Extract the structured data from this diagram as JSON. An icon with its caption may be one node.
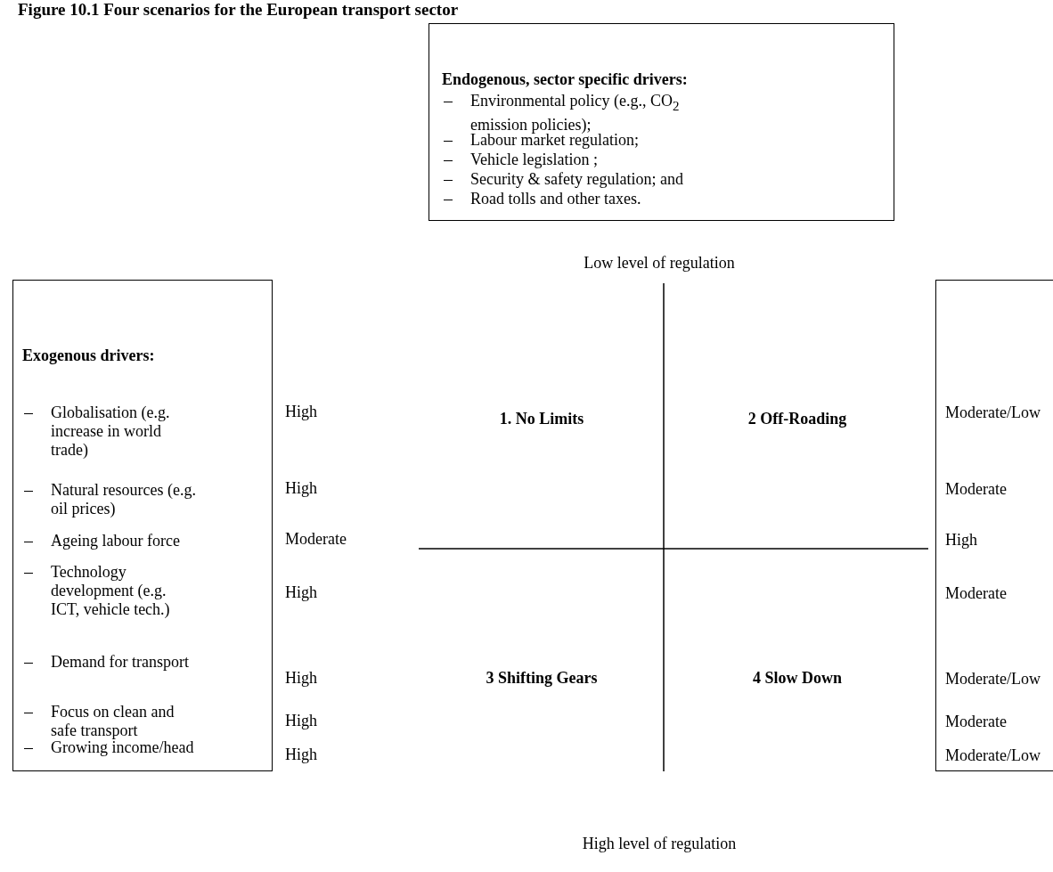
{
  "diagram": {
    "title": "Figure 10.1 Four scenarios for the European transport sector",
    "nodes": [
      {
        "text": [
          "Endogenous, sector specific drivers:",
          "Environmental policy (e.g., CO$_{2}$ emission policies);",
          "Labour market regulation;",
          "Vehicle legislation ;",
          "Security & safety regulation; and",
          "Road tolls and other taxes."
        ]
      },
      {
        "text": [
          "Exogenous drivers:",
          "Globalisation (e.g. increase in world trade)",
          "Natural resources (e.g. oil prices)",
          "Ageing labour force",
          "Technology development (e.g. ICT, vehicle tech.)",
          "Demand for transport",
          "Focus on clean and safe transport",
          "Growing income/head"
        ]
      },
      {
        "text": [
          "Moderate/Low",
          "Moderate",
          "High",
          "Moderate",
          "Moderate/Low",
          "Moderate",
          "Moderate/Low"
        ]
      }
    ],
    "labels": [
      "Low level of regulation",
      "High",
      "High",
      "Moderate",
      "High",
      "High",
      "High",
      "High",
      "1. No Limits",
      "2 Off-Roading",
      "3 Shifting Gears",
      "4 Slow Down",
      "High level of regulation"
    ]
  }
}
